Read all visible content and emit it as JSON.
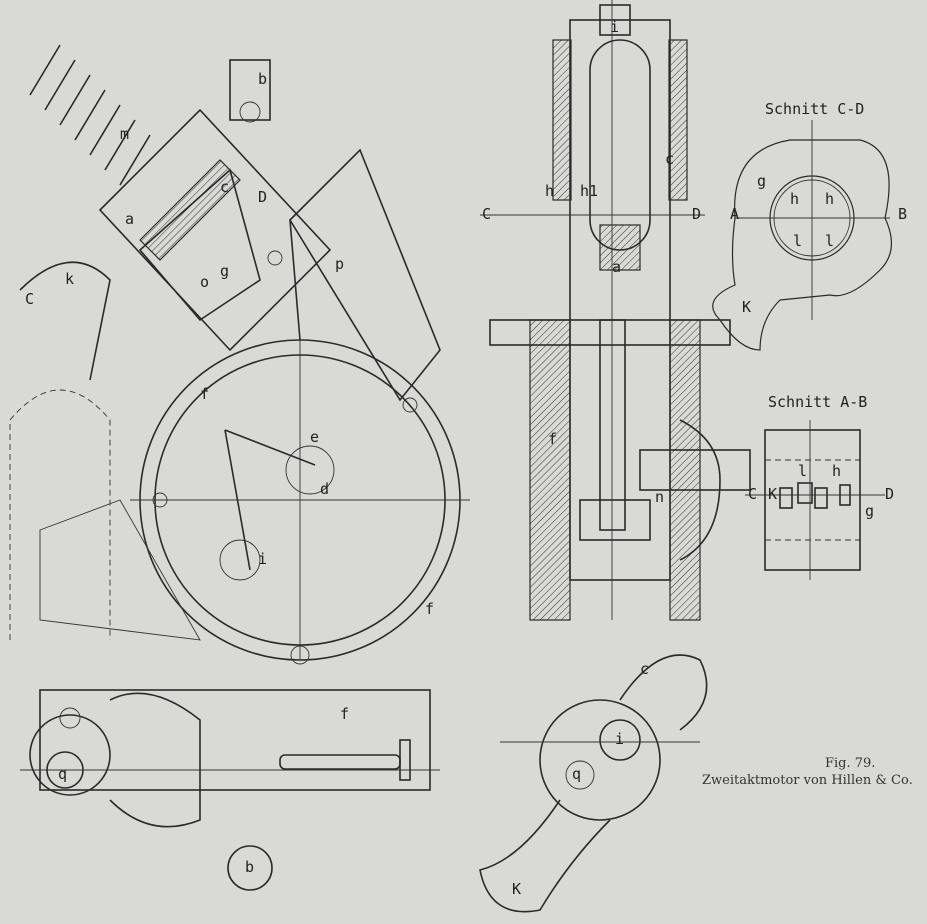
{
  "figure": {
    "number": "Fig. 79.",
    "caption": "Zweitaktmotor von Hillen & Co."
  },
  "sections": {
    "cd_title": "Schnitt C-D",
    "ab_title": "Schnitt A-B"
  },
  "labels": {
    "side_view": [
      "a",
      "b",
      "c",
      "D",
      "C",
      "g",
      "m",
      "k",
      "o",
      "f",
      "p",
      "e",
      "d",
      "i",
      "f"
    ],
    "front_view": [
      "i",
      "h",
      "h1",
      "C",
      "D",
      "c",
      "a",
      "f",
      "n"
    ],
    "section_cd": [
      "A",
      "B",
      "g",
      "h",
      "h",
      "l",
      "l",
      "K"
    ],
    "section_ab": [
      "C",
      "K",
      "l",
      "h",
      "D",
      "g"
    ],
    "plan_view": [
      "f",
      "q",
      "b"
    ],
    "bottom_view": [
      "c",
      "i",
      "q",
      "K"
    ]
  }
}
